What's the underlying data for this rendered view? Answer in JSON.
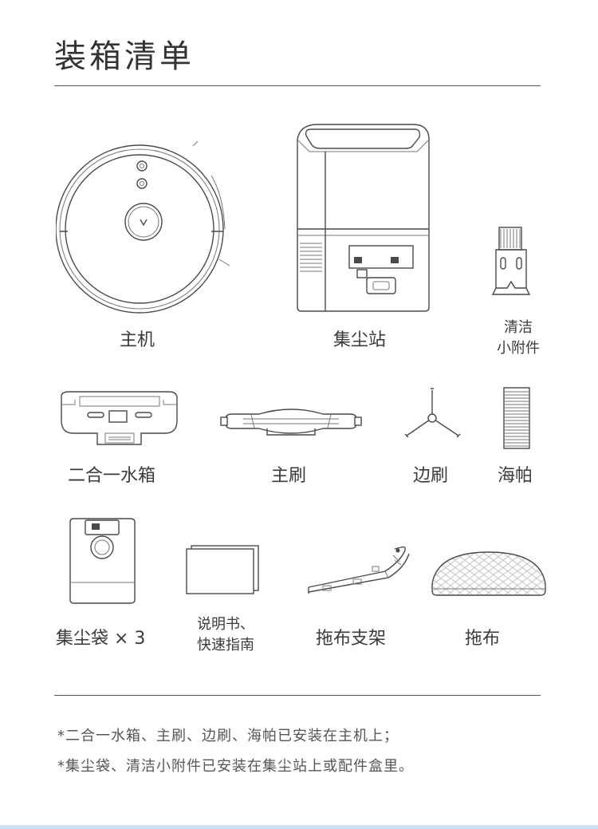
{
  "title": "装箱清单",
  "items": {
    "robot": "主机",
    "dock": "集尘站",
    "tool_line1": "清洁",
    "tool_line2": "小附件",
    "tank": "二合一水箱",
    "main_brush": "主刷",
    "side_brush": "边刷",
    "filter": "海帕",
    "bag": "集尘袋 × 3",
    "manual_line1": "说明书、",
    "manual_line2": "快速指南",
    "mop_bracket": "拖布支架",
    "mop": "拖布"
  },
  "notes": [
    "*二合一水箱、主刷、边刷、海帕已安装在主机上；",
    "*集尘袋、清洁小附件已安装在集尘站上或配件盒里。"
  ]
}
